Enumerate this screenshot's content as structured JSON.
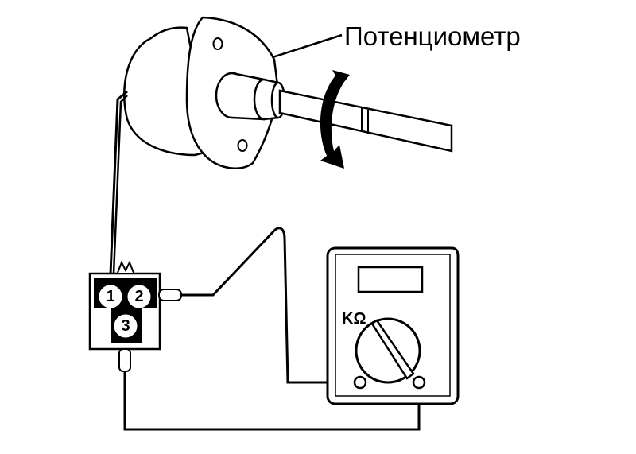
{
  "diagram": {
    "label": "Потенциометр",
    "connector_pins": [
      "1",
      "2",
      "3"
    ],
    "meter_unit": "KΩ"
  },
  "colors": {
    "ink": "#000000",
    "paper": "#ffffff"
  }
}
